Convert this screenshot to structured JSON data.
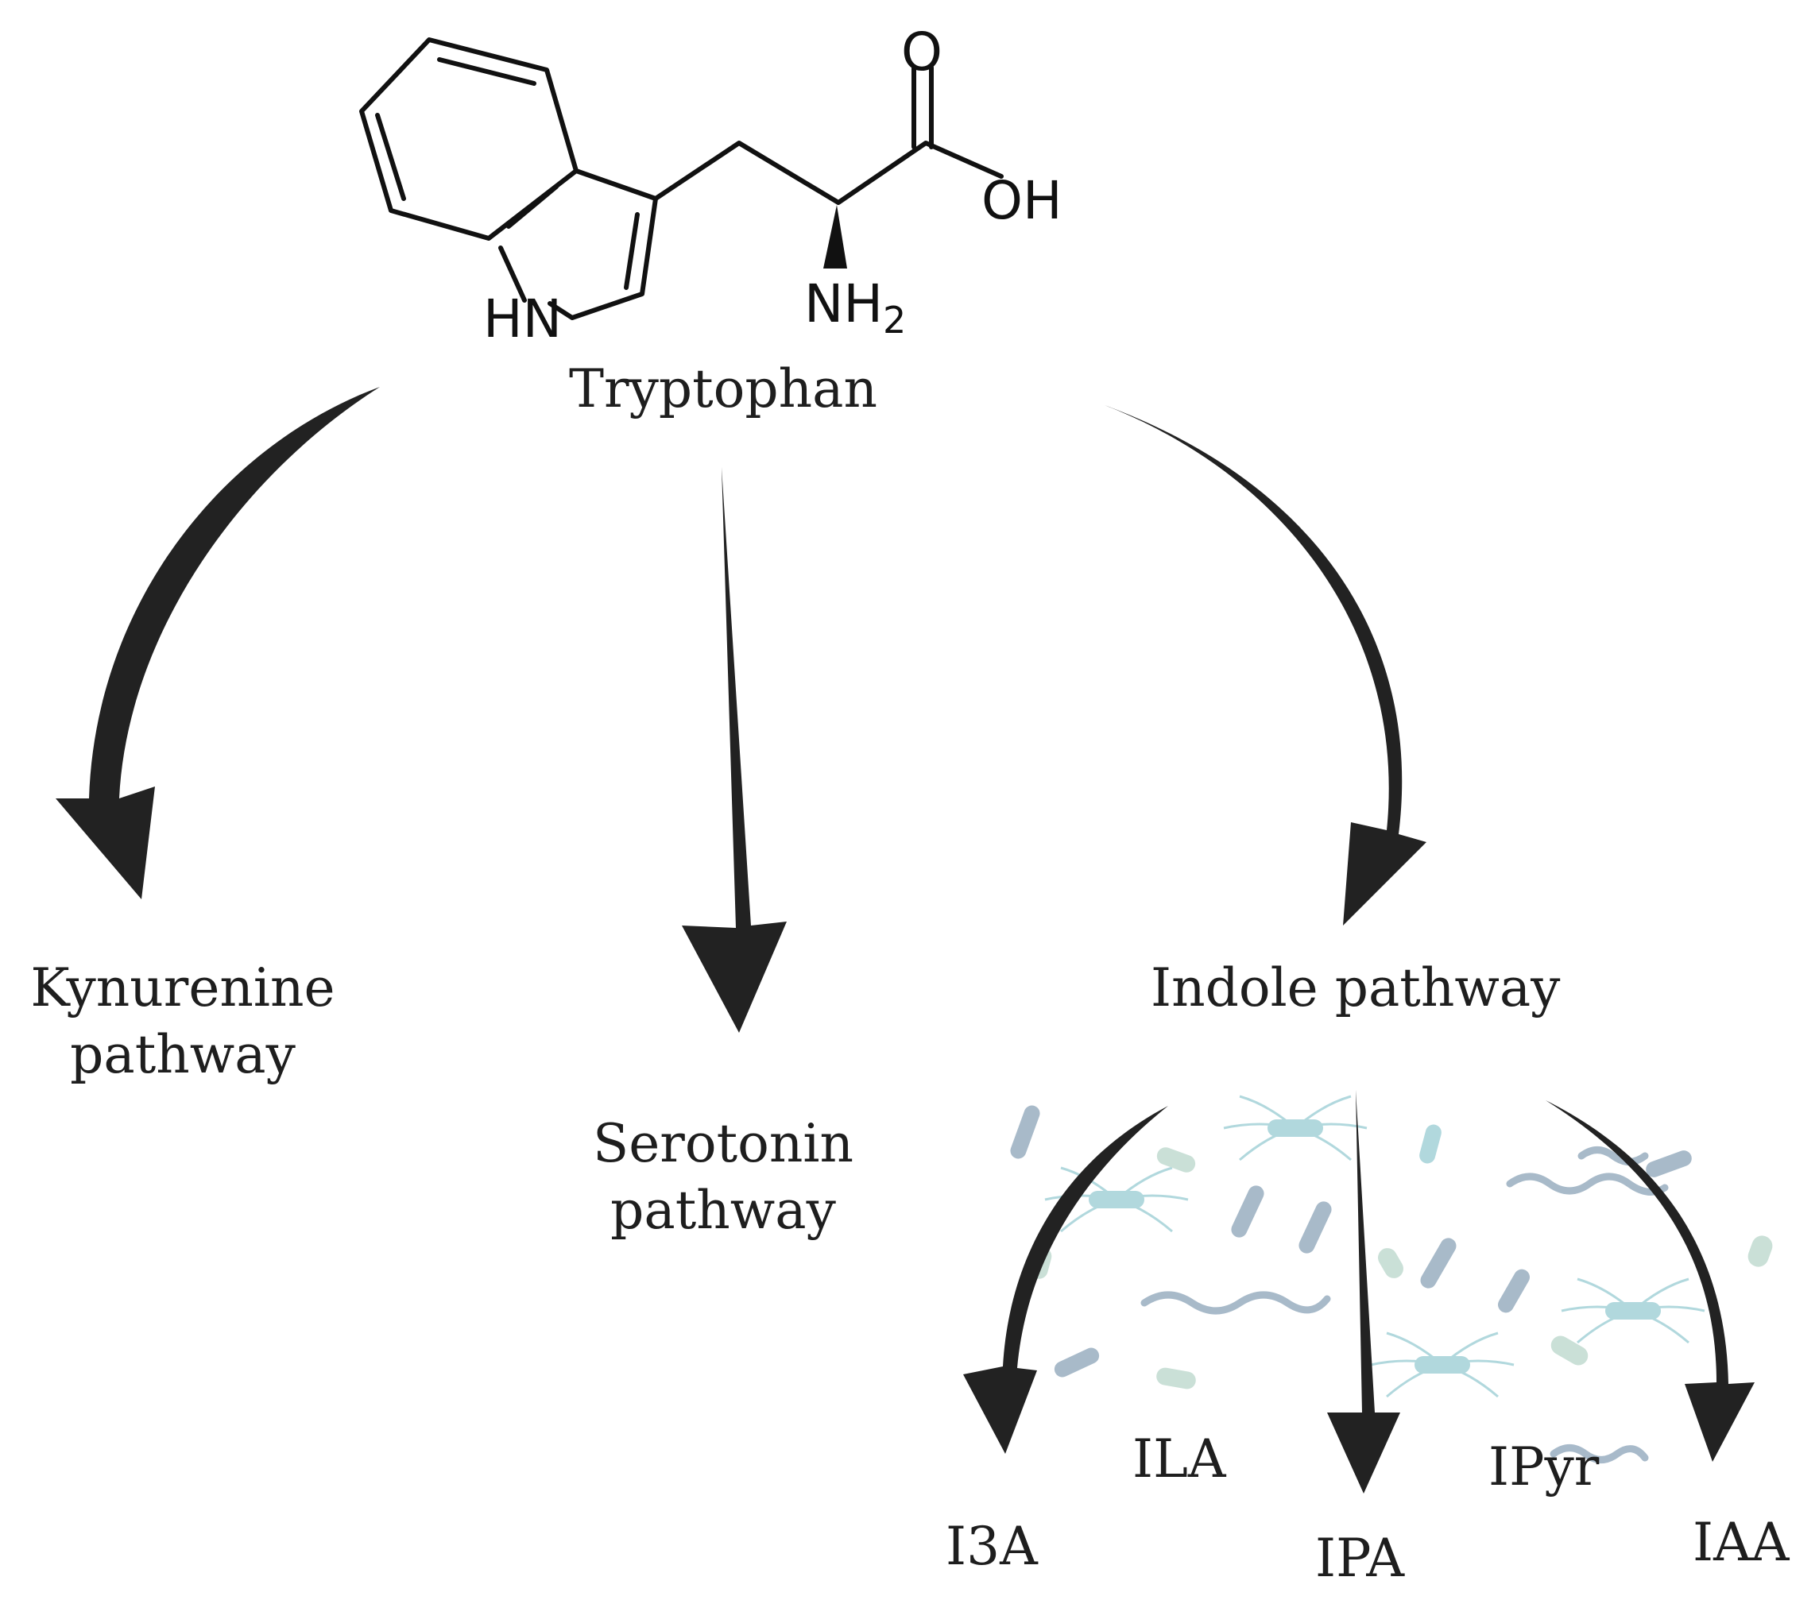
{
  "molecule": {
    "name": "Tryptophan",
    "atoms": {
      "oxygen": "O",
      "hydroxyl": "OH",
      "amine": "NH",
      "amine_sub": "2",
      "indole_nh": "HN"
    }
  },
  "pathways": {
    "kynurenine": [
      "Kynurenine",
      "pathway"
    ],
    "serotonin": [
      "Serotonin",
      "pathway"
    ],
    "indole": "Indole pathway"
  },
  "metabolites": [
    "I3A",
    "ILA",
    "IPA",
    "IPyr",
    "IAA"
  ],
  "colors": {
    "arrow": "#222222",
    "text": "#1e1e1e",
    "bacteria_teal": "#a9d4da",
    "bacteria_slate": "#9fb3c4",
    "bacteria_green": "#c5ddd3"
  },
  "icons": [
    "bacteria-cluster-icon"
  ]
}
